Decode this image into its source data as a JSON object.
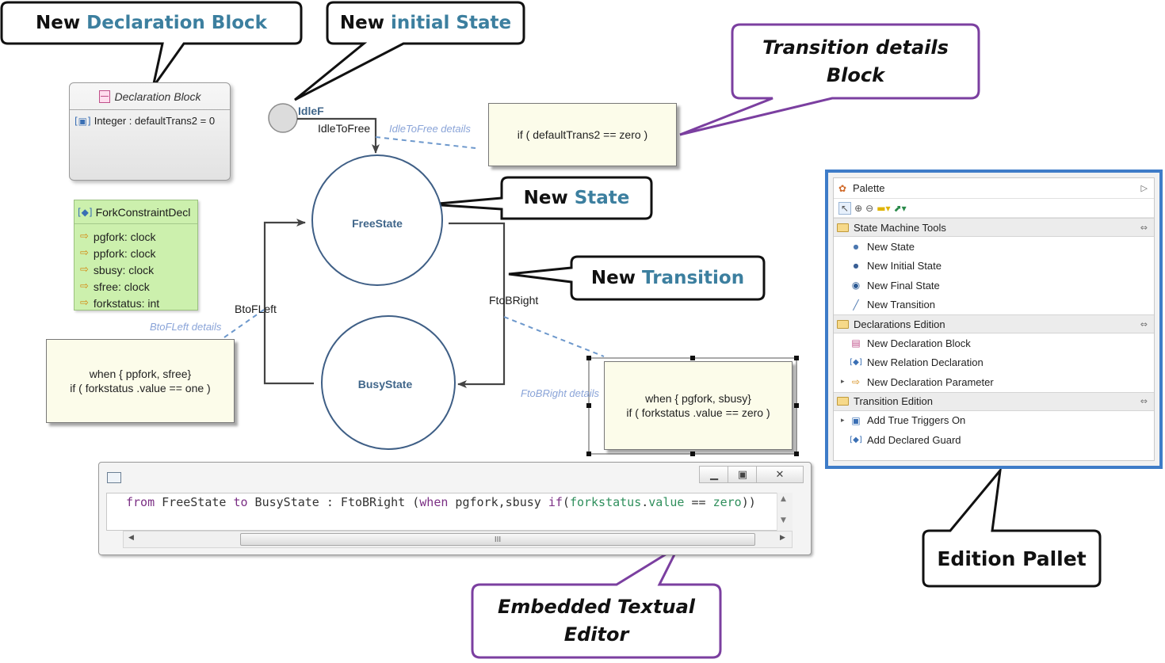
{
  "callouts": {
    "declaration_block": {
      "prefix": "New ",
      "highlight": "Declaration Block"
    },
    "initial_state": {
      "prefix": "New ",
      "highlight": "initial State"
    },
    "transition_details": {
      "line1": "Transition  details",
      "line2": "Block"
    },
    "new_state": {
      "prefix": "New ",
      "highlight": "State"
    },
    "new_transition": {
      "prefix": "New ",
      "highlight": "Transition"
    },
    "textual_editor": {
      "line1": "Embedded Textual",
      "line2": "Editor"
    },
    "edition_pallet": {
      "text": "Edition Pallet"
    }
  },
  "declaration_block": {
    "title": "Declaration Block",
    "row": "Integer : defaultTrans2 = 0"
  },
  "fork_constraint": {
    "title": "ForkConstraintDecl",
    "items": [
      "pgfork: clock",
      "ppfork: clock",
      "sbusy: clock",
      "sfree: clock",
      "forkstatus: int"
    ]
  },
  "diagram": {
    "initial_state_label": "IdleF",
    "states": [
      "FreeState",
      "BusyState"
    ],
    "transitions": {
      "idle_to_free": "IdleToFree",
      "free_to_busy": "FtoBRight",
      "busy_to_free": "BtoFLeft"
    },
    "detail_labels": {
      "idle_to_free": "IdleToFree details",
      "busy_to_free": "BtoFLeft details",
      "free_to_busy": "FtoBRight details"
    },
    "notes": {
      "idle_to_free": {
        "line1": "if ( defaultTrans2 == zero )"
      },
      "busy_to_free": {
        "line1": "when { ppfork, sfree}",
        "line2": "if ( forkstatus .value == one )"
      },
      "free_to_busy": {
        "line1": "when { pgfork, sbusy}",
        "line2": "if ( forkstatus .value == zero )"
      }
    }
  },
  "editor": {
    "tokens": {
      "t1": "from",
      "t2": " FreeState ",
      "t3": "to",
      "t4": " BusyState : FtoBRight (",
      "t5": "when",
      "t6": " pgfork,sbusy ",
      "t7": "if",
      "t8": "(",
      "t9": "forkstatus",
      "t10": ".",
      "t11": "value",
      "t12": " == ",
      "t13": "zero",
      "t14": "))"
    },
    "scroll_grip": "III",
    "window_buttons": [
      "minimize",
      "restore",
      "close"
    ]
  },
  "palette": {
    "title": "Palette",
    "sections": [
      {
        "label": "State Machine Tools",
        "items": [
          "New State",
          "New Initial State",
          "New Final State",
          "New Transition"
        ]
      },
      {
        "label": "Declarations Edition",
        "items": [
          "New Declaration Block",
          "New Relation Declaration",
          "New Declaration Parameter"
        ]
      },
      {
        "label": "Transition Edition",
        "items": [
          "Add True Triggers On",
          "Add Declared Guard"
        ]
      }
    ]
  },
  "colors": {
    "highlight": "#3c7f9f",
    "state_label": "#40668a",
    "state_border": "#3f5f86",
    "callout_purple": "#7b3fa0",
    "palette_border": "#3e7cc8",
    "detail_label": "#8aa4d8",
    "fork_bg": "#ccf0ad",
    "note_bg": "#fcfcea"
  }
}
